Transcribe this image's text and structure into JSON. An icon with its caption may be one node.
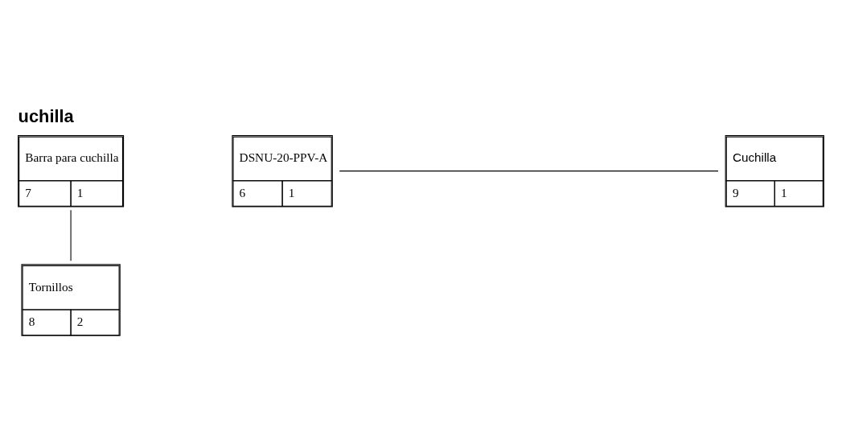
{
  "diagram": {
    "title": "uchilla",
    "nodes": [
      {
        "text": [
          "Barra para cuchilla",
          "7",
          "1"
        ]
      },
      {
        "text": [
          "DSNU-20-PPV-A",
          "6",
          "1"
        ]
      },
      {
        "text": [
          "Cuchilla",
          "9",
          "1"
        ]
      },
      {
        "text": [
          "Tornillos",
          "8",
          "2"
        ]
      }
    ],
    "edges": [
      {
        "from": 1,
        "to": 2,
        "arrow": "none"
      },
      {
        "from": 0,
        "to": 3,
        "arrow": "none"
      }
    ]
  }
}
